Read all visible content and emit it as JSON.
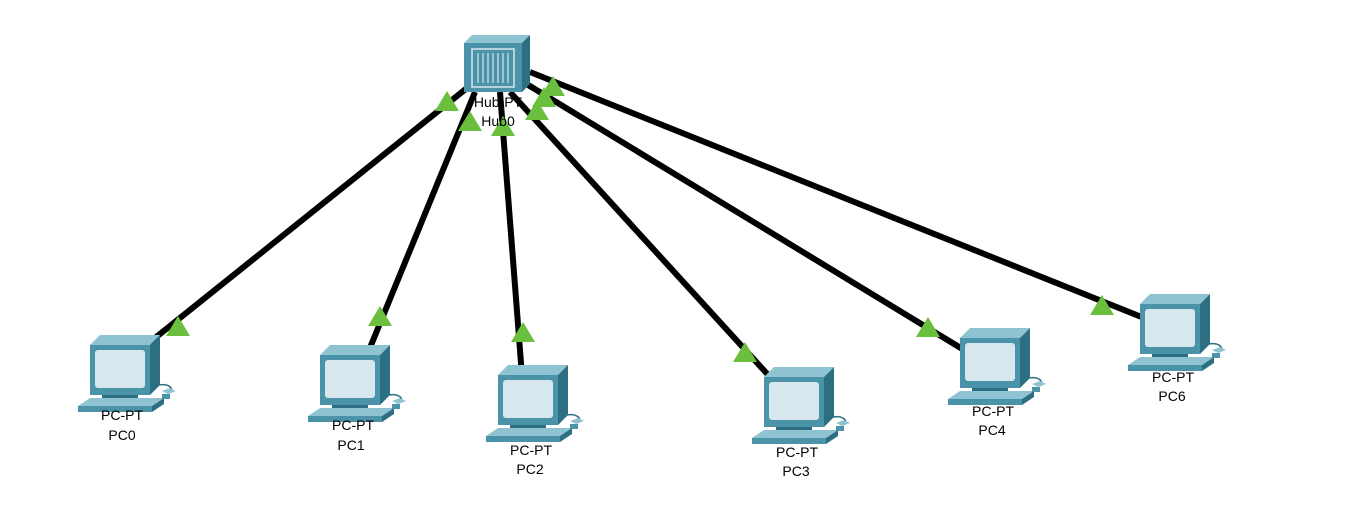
{
  "topology": {
    "hub": {
      "model": "Hub-PT",
      "name": "Hub0"
    },
    "pcs": [
      {
        "model": "PC-PT",
        "name": "PC0"
      },
      {
        "model": "PC-PT",
        "name": "PC1"
      },
      {
        "model": "PC-PT",
        "name": "PC2"
      },
      {
        "model": "PC-PT",
        "name": "PC3"
      },
      {
        "model": "PC-PT",
        "name": "PC4"
      },
      {
        "model": "PC-PT",
        "name": "PC6"
      }
    ],
    "links": [
      {
        "from": "Hub0",
        "to": "PC0",
        "status": "up"
      },
      {
        "from": "Hub0",
        "to": "PC1",
        "status": "up"
      },
      {
        "from": "Hub0",
        "to": "PC2",
        "status": "up"
      },
      {
        "from": "Hub0",
        "to": "PC3",
        "status": "up"
      },
      {
        "from": "Hub0",
        "to": "PC4",
        "status": "up"
      },
      {
        "from": "Hub0",
        "to": "PC6",
        "status": "up"
      }
    ]
  },
  "colors": {
    "link": "#000000",
    "link_up": "#6abf3f",
    "device_body": "#4a93a8",
    "device_dark": "#2d6f82",
    "device_light": "#8fc3d2",
    "screen": "#d6e7ee"
  }
}
